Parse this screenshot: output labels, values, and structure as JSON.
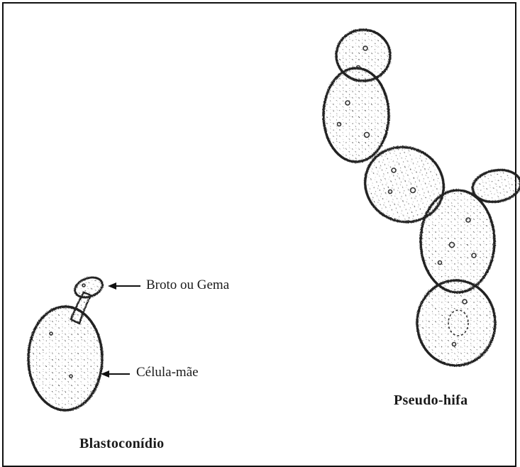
{
  "labels": {
    "bud": "Broto ou Gema",
    "mother_cell": "Célula-mãe",
    "pseudohypha_title": "Pseudo-hifa",
    "blastoconidium_title": "Blastoconídio"
  }
}
